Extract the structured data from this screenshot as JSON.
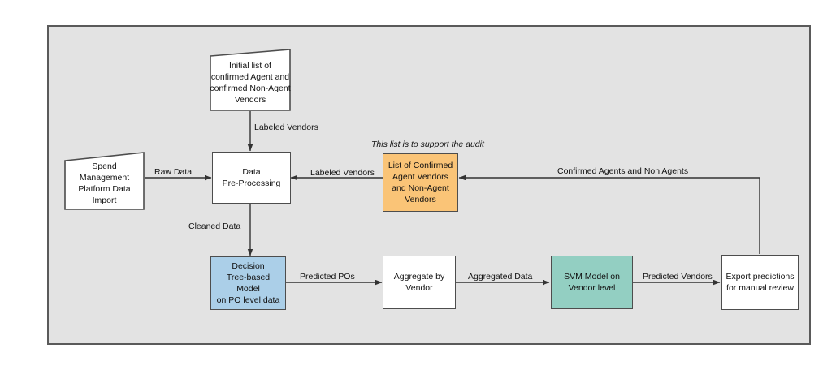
{
  "diagram": {
    "title": "Agent vendor classification pipeline flowchart",
    "background_color": "#e3e3e3",
    "frame_border_color": "#5a5a5a",
    "annotation": "This list is to support the audit",
    "nodes": [
      {
        "id": "initial-list",
        "label": "Initial list of\nconfirmed Agent and\nconfirmed Non-Agent\nVendors",
        "shape": "document-skewed-top",
        "fill": "#ffffff"
      },
      {
        "id": "spend-import",
        "label": "Spend\nManagement\nPlatform Data\nImport",
        "shape": "document-skewed-top",
        "fill": "#ffffff"
      },
      {
        "id": "data-preprocessing",
        "label": "Data\nPre-Processing",
        "shape": "rect",
        "fill": "#ffffff"
      },
      {
        "id": "confirmed-list",
        "label": "List of Confirmed\nAgent Vendors\nand Non-Agent\nVendors",
        "shape": "rect",
        "fill": "#fac477"
      },
      {
        "id": "decision-tree",
        "label": "Decision\nTree-based Model\non PO level data",
        "shape": "rect",
        "fill": "#abcfe8"
      },
      {
        "id": "aggregate-vendor",
        "label": "Aggregate by\nVendor",
        "shape": "rect",
        "fill": "#ffffff"
      },
      {
        "id": "svm-model",
        "label": "SVM Model on\nVendor level",
        "shape": "rect",
        "fill": "#93cfc2"
      },
      {
        "id": "export-predictions",
        "label": "Export predictions\nfor manual review",
        "shape": "rect",
        "fill": "#ffffff"
      }
    ],
    "edges": [
      {
        "id": "e1",
        "from": "initial-list",
        "to": "data-preprocessing",
        "label": "Labeled Vendors"
      },
      {
        "id": "e2",
        "from": "spend-import",
        "to": "data-preprocessing",
        "label": "Raw Data"
      },
      {
        "id": "e3",
        "from": "confirmed-list",
        "to": "data-preprocessing",
        "label": "Labeled Vendors"
      },
      {
        "id": "e4",
        "from": "data-preprocessing",
        "to": "decision-tree",
        "label": "Cleaned Data"
      },
      {
        "id": "e5",
        "from": "decision-tree",
        "to": "aggregate-vendor",
        "label": "Predicted POs"
      },
      {
        "id": "e6",
        "from": "aggregate-vendor",
        "to": "svm-model",
        "label": "Aggregated Data"
      },
      {
        "id": "e7",
        "from": "svm-model",
        "to": "export-predictions",
        "label": "Predicted Vendors"
      },
      {
        "id": "e8",
        "from": "export-predictions",
        "to": "confirmed-list",
        "label": "Confirmed Agents and Non Agents"
      }
    ]
  }
}
